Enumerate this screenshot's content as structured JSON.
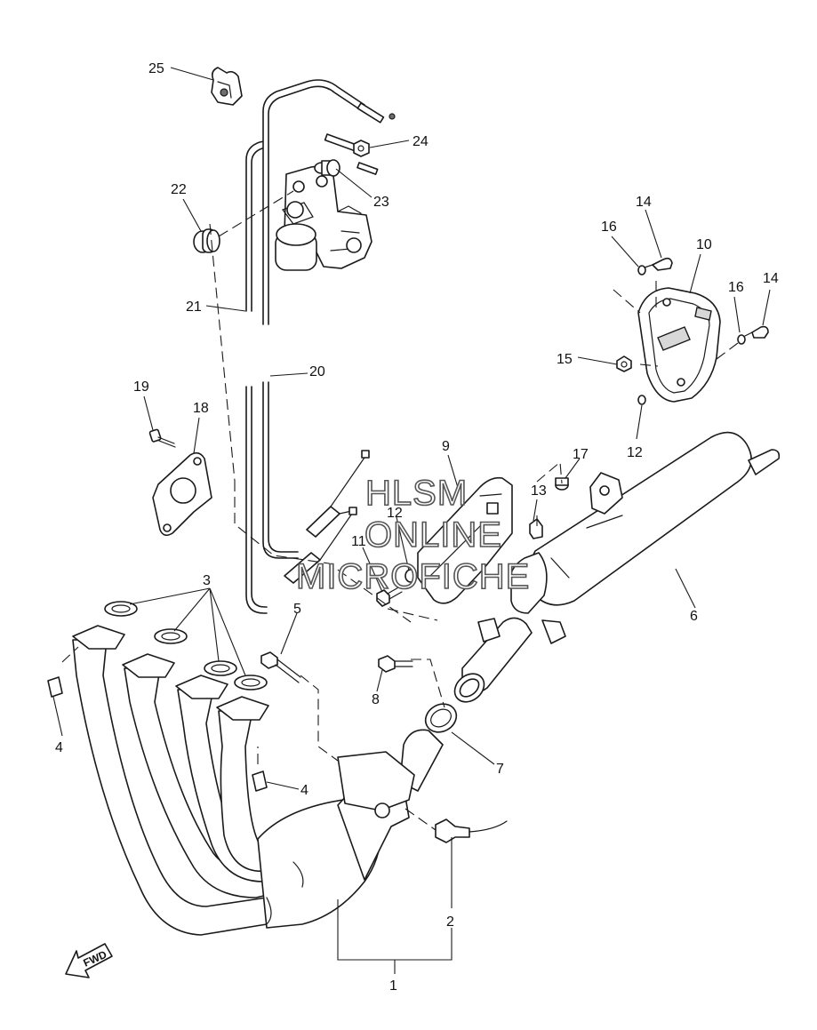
{
  "watermark": {
    "line1": "HLSM",
    "line2": "ONLINE",
    "line3": "MICROFICHE"
  },
  "direction_badge": {
    "label": "FWD"
  },
  "callouts": {
    "c1": "1",
    "c2": "2",
    "c3": "3",
    "c4a": "4",
    "c4b": "4",
    "c5": "5",
    "c6": "6",
    "c7": "7",
    "c8": "8",
    "c9": "9",
    "c10": "10",
    "c11": "11",
    "c12a": "12",
    "c12b": "12",
    "c13": "13",
    "c14a": "14",
    "c14b": "14",
    "c15": "15",
    "c16a": "16",
    "c16b": "16",
    "c17": "17",
    "c18": "18",
    "c19": "19",
    "c20": "20",
    "c21": "21",
    "c22": "22",
    "c23": "23",
    "c24": "24",
    "c25": "25"
  }
}
